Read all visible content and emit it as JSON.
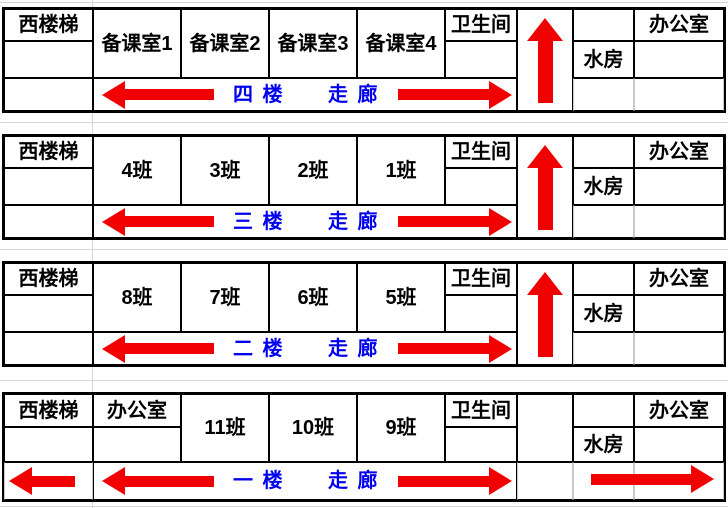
{
  "palette": {
    "arrow_red": "#f00000",
    "label_blue": "#0000ee",
    "border_black": "#000000",
    "gridline_gray": "#d6d6d6"
  },
  "floors": [
    {
      "stairs": "西楼梯",
      "rooms": [
        "备课室1",
        "备课室2",
        "备课室3",
        "备课室4"
      ],
      "toilet": "卫生间",
      "water": "水房",
      "office": "办公室",
      "corridor": {
        "floor": "四 楼",
        "word": "走 廊"
      }
    },
    {
      "stairs": "西楼梯",
      "rooms": [
        "4班",
        "3班",
        "2班",
        "1班"
      ],
      "toilet": "卫生间",
      "water": "水房",
      "office": "办公室",
      "corridor": {
        "floor": "三 楼",
        "word": "走 廊"
      }
    },
    {
      "stairs": "西楼梯",
      "rooms": [
        "8班",
        "7班",
        "6班",
        "5班"
      ],
      "toilet": "卫生间",
      "water": "水房",
      "office": "办公室",
      "corridor": {
        "floor": "二 楼",
        "word": "走 廊"
      }
    },
    {
      "stairs": "西楼梯",
      "west_office": "办公室",
      "rooms": [
        "11班",
        "10班",
        "9班"
      ],
      "toilet": "卫生间",
      "water": "水房",
      "office": "办公室",
      "corridor": {
        "floor": "一 楼",
        "word": "走 廊"
      }
    }
  ]
}
